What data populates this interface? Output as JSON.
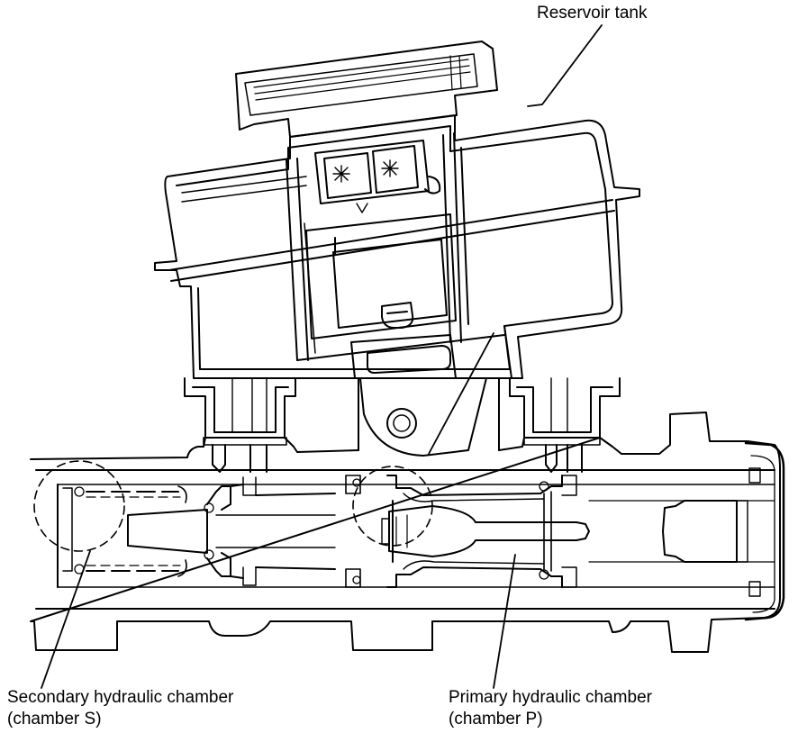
{
  "labels": {
    "reservoir": "Reservoir tank",
    "secondary_line1": "Secondary hydraulic chamber",
    "secondary_line2": "(chamber S)",
    "primary_line1": "Primary hydraulic chamber",
    "primary_line2": "(chamber P)"
  },
  "colors": {
    "ink": "#000000",
    "paper": "#ffffff"
  }
}
